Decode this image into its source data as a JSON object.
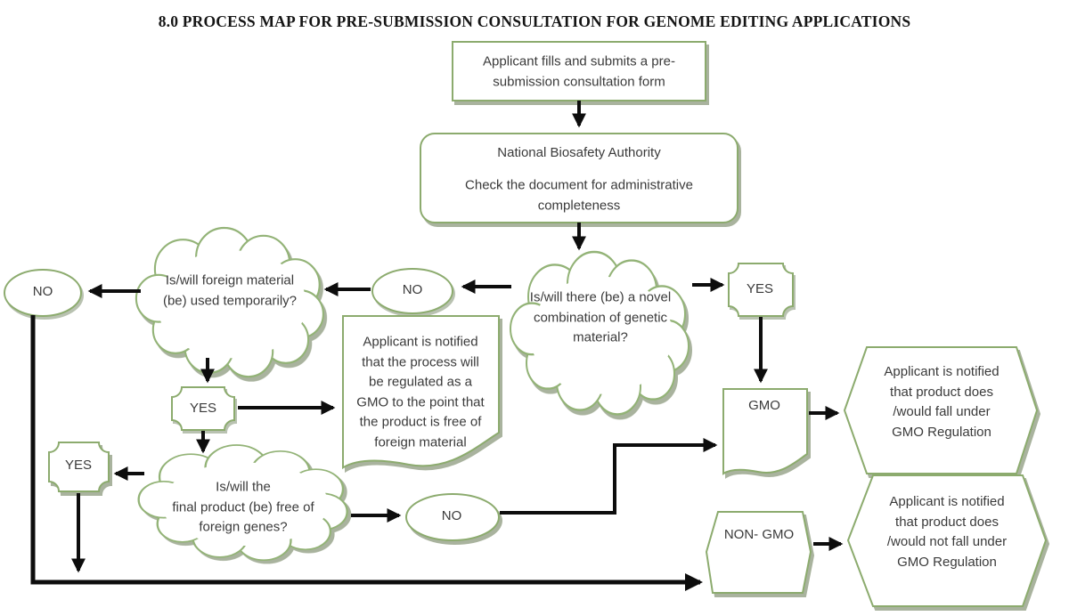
{
  "title": "8.0 PROCESS MAP FOR PRE-SUBMISSION CONSULTATION FOR GENOME EDITING APPLICATIONS",
  "palette": {
    "shape_border_green": "#8cab6e",
    "cloud_border_green": "#93b377",
    "shadow_gray_green": "#a9b39e",
    "arrow_black": "#0d0d0d",
    "text_gray": "#3a3a3a"
  },
  "nodes": {
    "start": {
      "label": "Applicant fills and submits a pre-\nsubmission consultation form"
    },
    "authority": {
      "heading": "National Biosafety Authority",
      "body": "Check the document for administrative\ncompleteness"
    },
    "novel_question": {
      "label": "Is/will there (be) a novel\ncombination of genetic\nmaterial?"
    },
    "novel_no": {
      "label": "NO"
    },
    "novel_yes": {
      "label": "YES"
    },
    "temporary_question": {
      "label": "Is/will foreign material\n(be) used temporarily?"
    },
    "temporary_no": {
      "label": "NO"
    },
    "temporary_yes": {
      "label": "YES"
    },
    "process_notice": {
      "label": "Applicant is notified\nthat the process will\nbe regulated as a\nGMO to the point that\nthe product is free of\nforeign material"
    },
    "final_question": {
      "label": "Is/will the\nfinal product (be) free of\nforeign genes?"
    },
    "final_yes": {
      "label": "YES"
    },
    "final_no": {
      "label": "NO"
    },
    "gmo": {
      "label": "GMO"
    },
    "non_gmo": {
      "label": "NON- GMO"
    },
    "gmo_notice": {
      "label": "Applicant is notified\nthat product does\n/would fall under\nGMO Regulation"
    },
    "non_gmo_notice": {
      "label": "Applicant is notified\nthat product does\n/would not fall under\nGMO Regulation"
    }
  }
}
